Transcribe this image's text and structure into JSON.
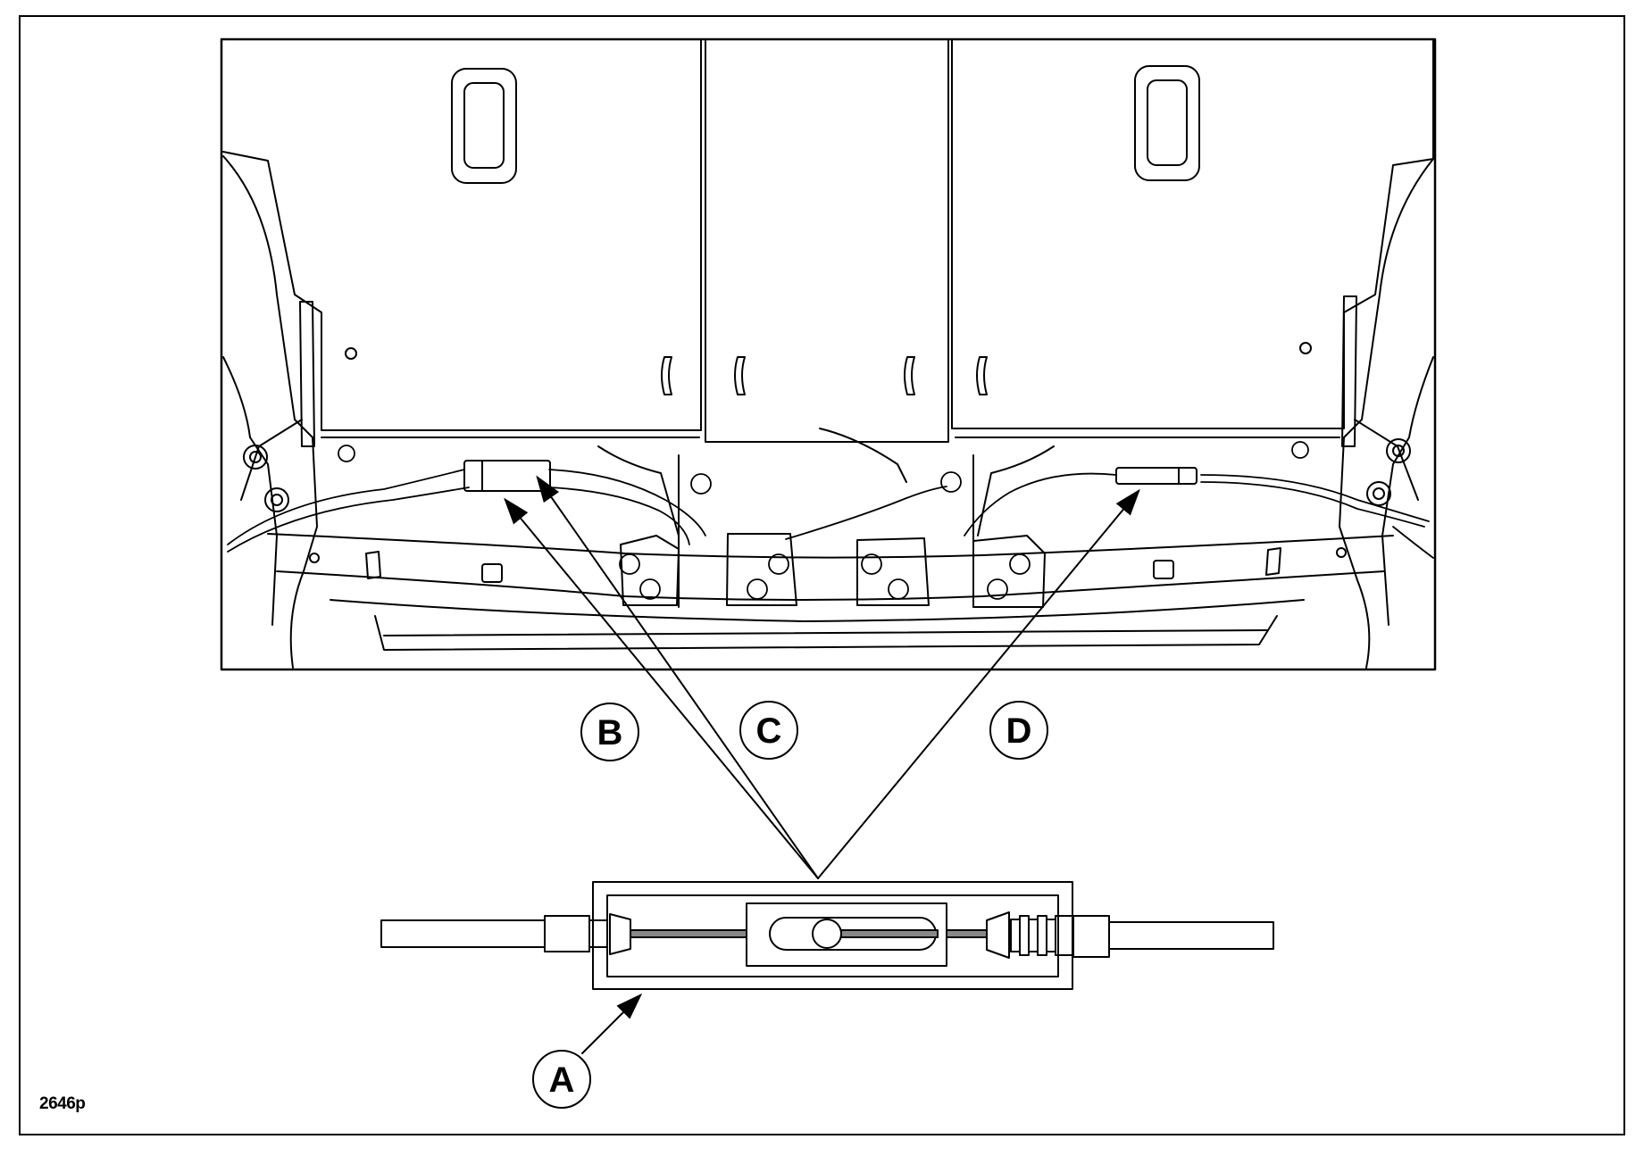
{
  "figure": {
    "id": "2646p"
  },
  "callouts": [
    {
      "key": "A",
      "label": "A"
    },
    {
      "key": "B",
      "label": "B"
    },
    {
      "key": "C",
      "label": "C"
    },
    {
      "key": "D",
      "label": "D"
    }
  ],
  "colors": {
    "line": "#000000",
    "background": "#ffffff"
  }
}
